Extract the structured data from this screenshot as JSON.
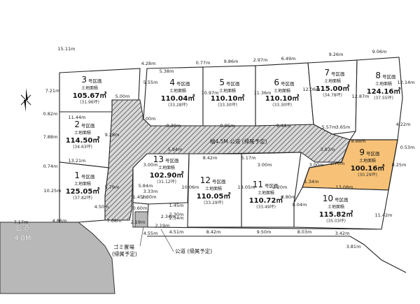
{
  "lots": [
    {
      "no": "1",
      "suffix": "号区画",
      "label": "土地面積",
      "area": "125.05㎡",
      "tsubo": "(37.82坪)"
    },
    {
      "no": "2",
      "suffix": "号区画",
      "label": "土地面積",
      "area": "114.50㎡",
      "tsubo": "(34.63坪)"
    },
    {
      "no": "3",
      "suffix": "号区画",
      "label": "土地面積",
      "area": "105.67㎡",
      "tsubo": "(31.96坪)"
    },
    {
      "no": "4",
      "suffix": "号区画",
      "label": "土地面積",
      "area": "110.04㎡",
      "tsubo": "(33.28坪)"
    },
    {
      "no": "5",
      "suffix": "号区画",
      "label": "土地面積",
      "area": "110.10㎡",
      "tsubo": "(33.30坪)"
    },
    {
      "no": "6",
      "suffix": "号区画",
      "label": "土地面積",
      "area": "110.10㎡",
      "tsubo": "(33.30坪)"
    },
    {
      "no": "7",
      "suffix": "号区画",
      "label": "土地面積",
      "area": "115.00㎡",
      "tsubo": "(34.78坪)"
    },
    {
      "no": "8",
      "suffix": "号区画",
      "label": "土地面積",
      "area": "124.16㎡",
      "tsubo": "(37.55坪)"
    },
    {
      "no": "9",
      "suffix": "号区画",
      "label": "土地面積",
      "area": "100.16㎡",
      "tsubo": "(30.29坪)"
    },
    {
      "no": "10",
      "suffix": "号区画",
      "label": "土地面積",
      "area": "115.82㎡",
      "tsubo": "(35.03坪)"
    },
    {
      "no": "11",
      "suffix": "号区画",
      "label": "土地面積",
      "area": "110.72㎡",
      "tsubo": "(33.49坪)"
    },
    {
      "no": "12",
      "suffix": "号区画",
      "label": "土地面積",
      "area": "110.05㎡",
      "tsubo": "(33.29坪)"
    },
    {
      "no": "13",
      "suffix": "号区画",
      "label": "土地面積",
      "area": "102.90㎡",
      "tsubo": "(31.12坪)"
    }
  ],
  "selected_lot": "9",
  "selected_color": "#f7c277",
  "roads": {
    "internal": "幅4.5M 公道 (帰属予定)",
    "west": "公道",
    "west_width": "4.0M",
    "south": "公道 (帰属予定)",
    "garbage_1": "ゴミ置場",
    "garbage_2": "(帰属予定)"
  },
  "dimensions": {
    "top": [
      "15.11m",
      "4.28m",
      "5.38m",
      "0.77m",
      "9.86m",
      "2.97m",
      "6.49m",
      "9.26m",
      "9.06m"
    ],
    "left": [
      "7.21m",
      "0.82m",
      "7.88m",
      "0.74m",
      "10.25m"
    ],
    "inner": [
      "5.00m",
      "11.44m",
      "9.28m",
      "13.21m",
      "5.79m",
      "4.50m",
      "5.55m",
      "10.97m",
      "11.36m",
      "12.06m",
      "12.87m",
      "12.14m",
      "3.00m",
      "8.30m",
      "9.85m",
      "9.44m",
      "5.57m",
      "3.65m",
      "8.88m",
      "0.53m",
      "4.22m",
      "8.25m",
      "3.87m",
      "1.70m",
      "3.00m",
      "1.34m",
      "13.08m",
      "2.20m",
      "2.80m",
      "8.04m",
      "11.42m",
      "5.94m",
      "3.00m",
      "8.42m",
      "5.17m",
      "3.00m",
      "5.84m",
      "10.06m",
      "13.05m",
      "2.34m"
    ],
    "bottom": [
      "7.17m",
      "4.86m",
      "7.68m",
      "4.55m",
      "4.51m",
      "8.42m",
      "9.50m",
      "8.03m",
      "3.42m",
      "3.81m"
    ],
    "small": [
      "3.33m",
      "1.45m",
      "2.30m",
      "0.60m",
      "1.45m",
      "2.30m",
      "2.34m",
      "2.19m",
      "2.19m"
    ]
  }
}
